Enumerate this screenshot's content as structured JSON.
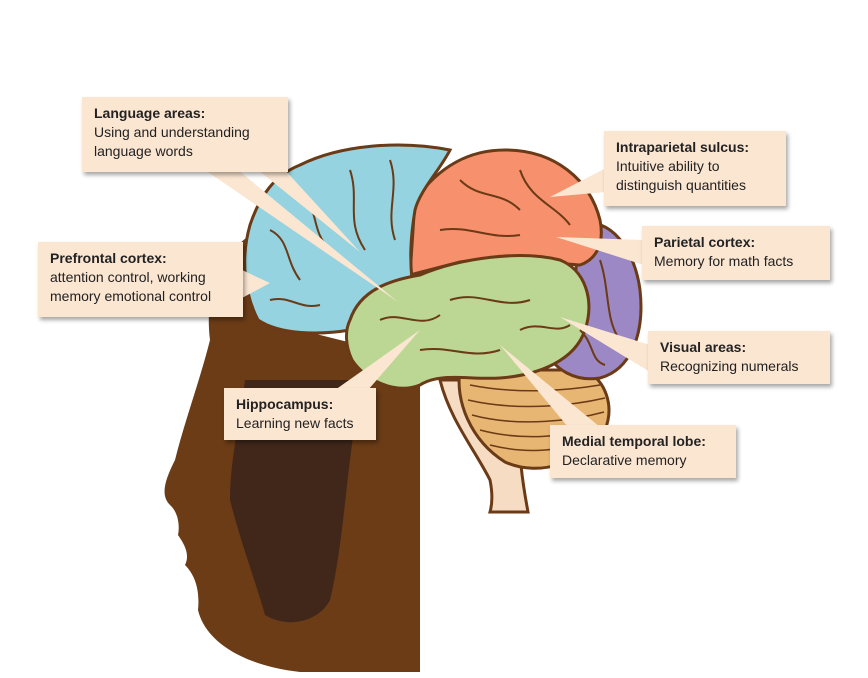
{
  "title": "Brain regions and math learning",
  "colors": {
    "label_bg": "#fbe6d2",
    "frontal": "#94d3df",
    "parietal": "#f7906c",
    "temporal": "#bcd693",
    "occipital": "#9c88c4",
    "cerebellum": "#e7b673",
    "brainstem": "#f6dcc3",
    "outline": "#6b3a16",
    "head": "#6b3c16",
    "head_shadow": "#41271a"
  },
  "labels": [
    {
      "id": "language",
      "title": "Language areas:",
      "desc": "Using and understanding\nlanguage words"
    },
    {
      "id": "prefrontal",
      "title": "Prefrontal cortex:",
      "desc": "attention control, working\nmemory emotional control"
    },
    {
      "id": "intraparietal",
      "title": "Intraparietal sulcus:",
      "desc": "Intuitive ability to\ndistinguish quantities"
    },
    {
      "id": "parietal",
      "title": "Parietal cortex:",
      "desc": "Memory for math facts"
    },
    {
      "id": "visual",
      "title": "Visual areas:",
      "desc": "Recognizing numerals"
    },
    {
      "id": "hippocampus",
      "title": "Hippocampus:",
      "desc": "Learning new facts"
    },
    {
      "id": "medial",
      "title": "Medial temporal lobe:",
      "desc": "Declarative memory"
    }
  ]
}
